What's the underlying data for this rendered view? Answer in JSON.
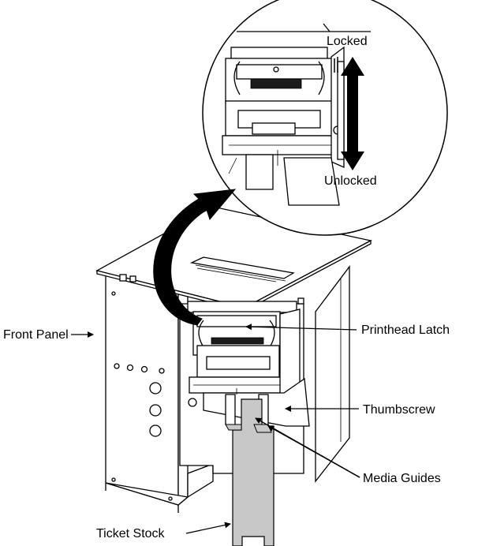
{
  "labels": {
    "locked": "Locked",
    "unlocked": "Unlocked",
    "front_panel": "Front Panel",
    "printhead_latch": "Printhead Latch",
    "thumbscrew": "Thumbscrew",
    "media_guides": "Media Guides",
    "ticket_stock": "Ticket Stock"
  },
  "colors": {
    "line": "#000000",
    "ticket_stock": "#c8c8c8",
    "background": "#ffffff"
  }
}
